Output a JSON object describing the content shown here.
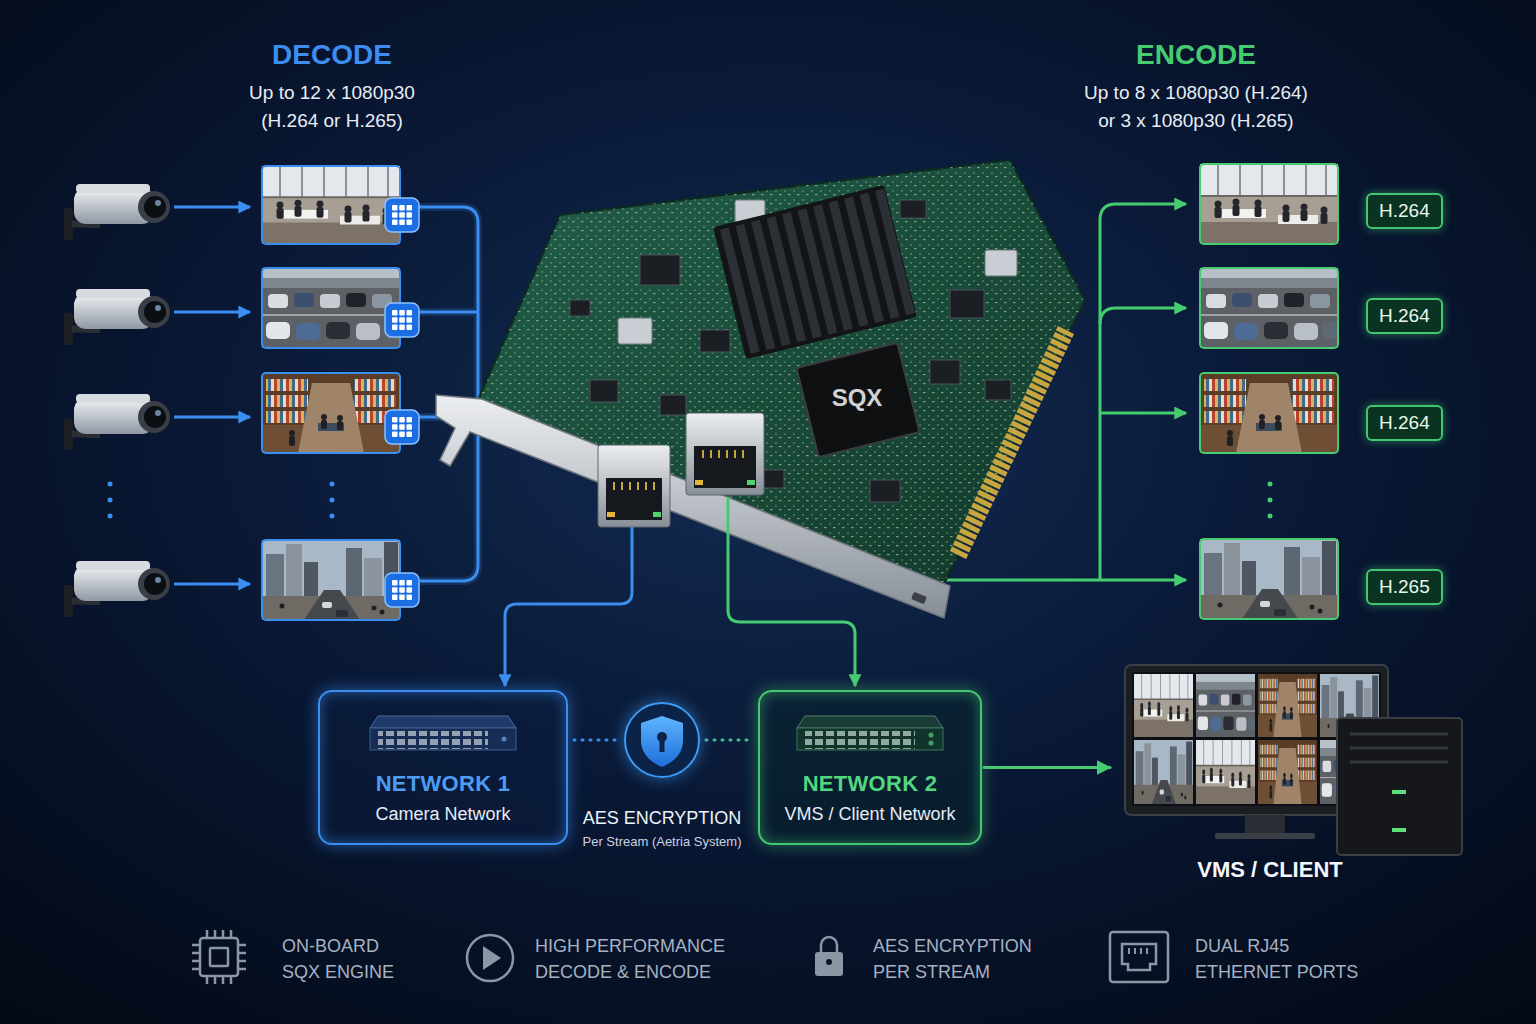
{
  "diagram": {
    "nodes": [
      {
        "text": [
          "H.264"
        ]
      },
      {
        "text": [
          "H.264"
        ]
      },
      {
        "text": [
          "H.264"
        ]
      },
      {
        "text": [
          "H.265"
        ]
      },
      {
        "text": [
          "NETWORK 1",
          "Camera Network"
        ]
      },
      {
        "text": [
          "AES ENCRYPTION",
          "Per Stream (Aetria System)"
        ]
      },
      {
        "text": [
          "NETWORK 2",
          "VMS / Client Network"
        ]
      },
      {
        "text": [
          "VMS / CLIENT"
        ]
      }
    ],
    "edges": [
      {
        "from": 4,
        "to": 5,
        "arrow": "none"
      },
      {
        "from": 5,
        "to": 6,
        "arrow": "none"
      },
      {
        "from": 6,
        "to": 7,
        "arrow": "to"
      }
    ],
    "labels": [
      "DECODE",
      "Up to 12 x 1080p30 (H.264 or H.265)",
      "ENCODE",
      "Up to 8 x 1080p30 (H.264) or 3 x 1080p30 (H.265)",
      "SQX",
      "ON-BOARD SQX ENGINE",
      "HIGH PERFORMANCE DECODE & ENCODE",
      "AES ENCRYPTION PER STREAM",
      "DUAL RJ45 ETHERNET PORTS"
    ]
  }
}
